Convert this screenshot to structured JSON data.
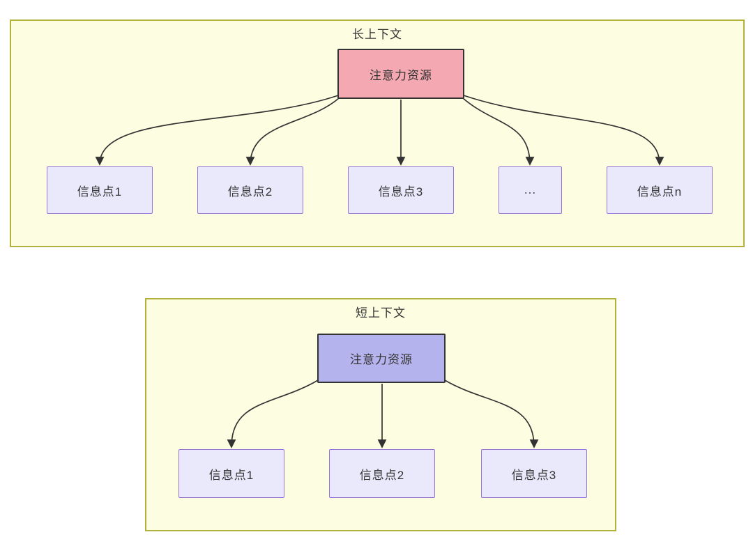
{
  "diagram": {
    "long_context": {
      "title": "长上下文",
      "attention_label": "注意力资源",
      "items": [
        {
          "label": "信息点1"
        },
        {
          "label": "信息点2"
        },
        {
          "label": "信息点3"
        },
        {
          "label": "..."
        },
        {
          "label": "信息点n"
        }
      ]
    },
    "short_context": {
      "title": "短上下文",
      "attention_label": "注意力资源",
      "items": [
        {
          "label": "信息点1"
        },
        {
          "label": "信息点2"
        },
        {
          "label": "信息点3"
        }
      ]
    },
    "colors": {
      "container_fill": "#fdfde1",
      "container_border": "#b2b13c",
      "attention_long_fill": "#f4a8b2",
      "attention_short_fill": "#b5b3ee",
      "attention_border": "#333333",
      "item_fill": "#eae8fb",
      "item_border": "#9673d6",
      "arrow": "#333333",
      "text": "#333333"
    }
  }
}
